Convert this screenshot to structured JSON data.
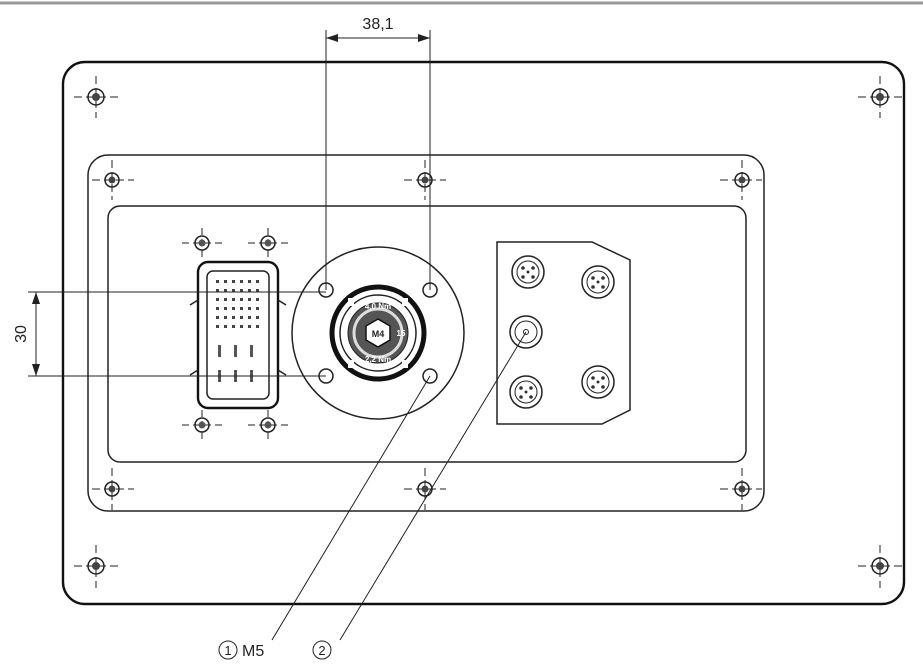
{
  "dimensions": {
    "horizontal": "38,1",
    "vertical": "30"
  },
  "callouts": [
    {
      "number": "1",
      "label": "M5"
    },
    {
      "number": "2",
      "label": ""
    }
  ],
  "connector": {
    "torque_top": "4,0 Nm",
    "torque_bottom": "2,2 Nm",
    "center_mark": "M4",
    "side_mark": "15"
  },
  "colors": {
    "line": "#222222",
    "background": "#ffffff"
  }
}
